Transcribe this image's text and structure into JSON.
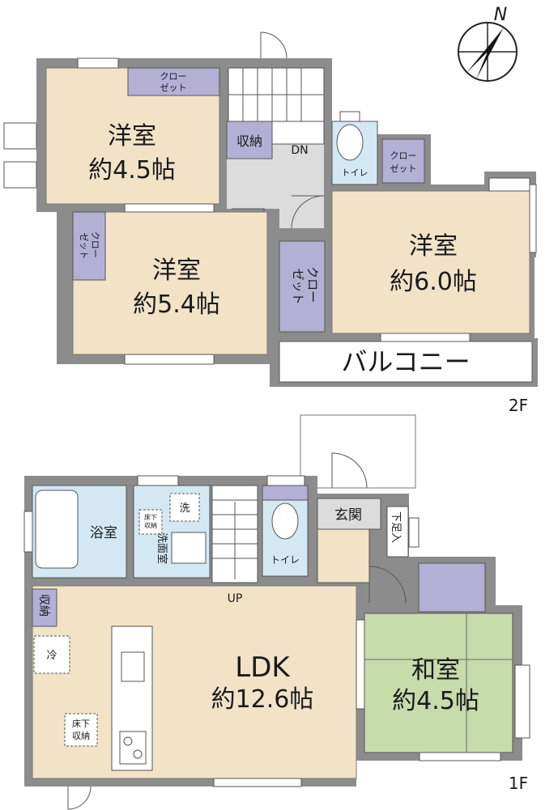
{
  "compass": {
    "north_label": "N"
  },
  "floor2": {
    "label": "2F",
    "rooms": {
      "western_a": {
        "name": "洋室",
        "size": "約4.5帖"
      },
      "western_b": {
        "name": "洋室",
        "size": "約5.4帖"
      },
      "western_c": {
        "name": "洋室",
        "size": "約6.0帖"
      },
      "closet_a": {
        "line1": "クロー",
        "line2": "ゼット"
      },
      "closet_b": {
        "line1": "クロー",
        "line2": "ゼット"
      },
      "closet_c": {
        "line1": "クロー",
        "line2": "ゼット"
      },
      "closet_d": {
        "line1": "クロー",
        "line2": "ゼット"
      },
      "storage": "収納",
      "toilet": "トイレ",
      "stairs": "DN",
      "balcony": "バルコニー"
    }
  },
  "floor1": {
    "label": "1F",
    "rooms": {
      "ldk": {
        "name": "LDK",
        "size": "約12.6帖"
      },
      "washitsu": {
        "name": "和室",
        "size": "約4.5帖"
      },
      "bath": "浴室",
      "washroom": "洗面室",
      "toilet": "トイレ",
      "entrance": "玄関",
      "shoe_box": "下足入",
      "storage": "収納",
      "stairs": "UP",
      "fridge": "冷",
      "washer": "洗",
      "underfloor_a": {
        "line1": "床下",
        "line2": "収納"
      },
      "underfloor_b": {
        "line1": "床下",
        "line2": "収納"
      }
    }
  },
  "colors": {
    "wall": "#8c8c8c",
    "room_fill": "#f2e3c7",
    "closet_fill": "#b3b0d6",
    "wet_fill": "#d4e8f4",
    "washitsu_fill": "#c6dcab",
    "outline": "#555555"
  }
}
